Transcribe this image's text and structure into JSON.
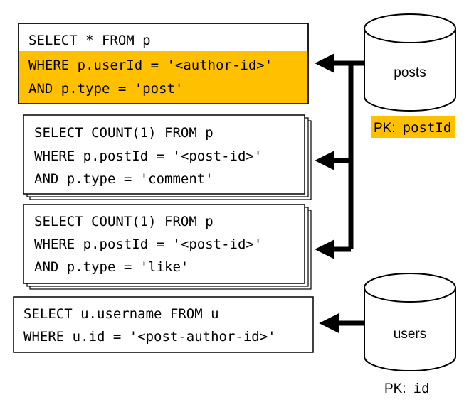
{
  "colors": {
    "highlight": "#ffc000",
    "stroke": "#000000",
    "background": "#ffffff"
  },
  "queries": [
    {
      "id": "posts-by-author",
      "lines": [
        "SELECT * FROM p",
        "WHERE p.userId = '<author-id>'",
        "AND p.type = 'post'"
      ],
      "highlighted_lines": [
        1,
        2
      ]
    },
    {
      "id": "comment-count",
      "lines": [
        "SELECT COUNT(1) FROM p",
        "WHERE p.postId = '<post-id>'",
        "AND p.type = 'comment'"
      ],
      "stacked": true
    },
    {
      "id": "like-count",
      "lines": [
        "SELECT COUNT(1) FROM p",
        "WHERE p.postId = '<post-id>'",
        "AND p.type = 'like'"
      ],
      "stacked": true
    },
    {
      "id": "author-username",
      "lines": [
        "SELECT u.username FROM u",
        "WHERE u.id = '<post-author-id>'"
      ]
    }
  ],
  "containers": [
    {
      "id": "posts",
      "name": "posts",
      "pk_label": "PK:",
      "pk_value": "postId",
      "pk_highlighted": true
    },
    {
      "id": "users",
      "name": "users",
      "pk_label": "PK:",
      "pk_value": "id",
      "pk_highlighted": false
    }
  ]
}
